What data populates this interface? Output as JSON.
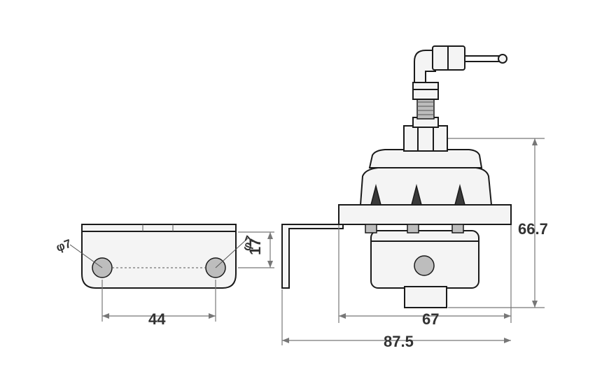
{
  "dimensions": {
    "hole_left": "φ7",
    "hole_right": "φ7",
    "bracket_height": "17",
    "hole_spacing": "44",
    "overall_height": "66.7",
    "body_width": "67",
    "overall_width": "87.5"
  },
  "colors": {
    "line": "#1a1a1a",
    "dimension": "#777777"
  }
}
